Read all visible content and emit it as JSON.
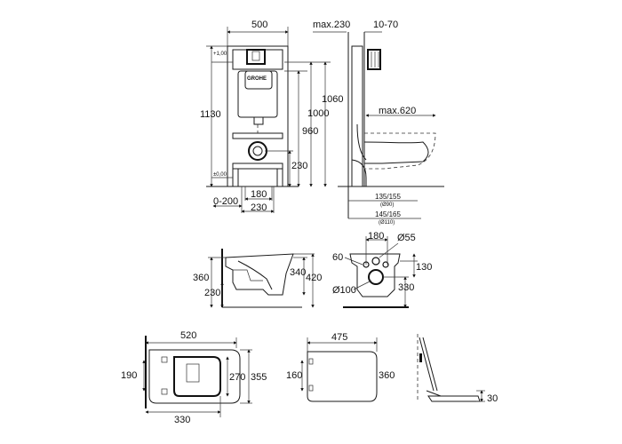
{
  "brand_logo": "GROHE",
  "views": {
    "frame_front": {
      "width_top": "500",
      "height_total": "1130",
      "mark_top": "+1,00",
      "mark_floor": "±0,00",
      "height_1060": "1060",
      "height_1000": "1000",
      "height_960": "960",
      "height_230": "230",
      "width_180": "180",
      "width_0_200": "0-200",
      "width_230": "230"
    },
    "frame_side": {
      "max_230": "max.230",
      "range_10_70": "10-70",
      "max_620": "max.620",
      "d_135_155": "135/155",
      "d_90": "(Ø90)",
      "d_145_165": "145/165",
      "d_110": "(Ø110)"
    },
    "bowl_side": {
      "h_360": "360",
      "h_230": "230",
      "h_340": "340",
      "h_420": "420"
    },
    "bowl_rear": {
      "w_180": "180",
      "d_55": "Ø55",
      "v_60": "60",
      "v_130": "130",
      "d_100": "Ø100",
      "v_330": "330"
    },
    "bowl_top": {
      "w_520": "520",
      "w_190": "190",
      "w_270": "270",
      "w_355": "355",
      "w_330": "330"
    },
    "seat_top": {
      "w_475": "475",
      "w_160": "160",
      "w_360": "360"
    },
    "seat_side": {
      "h_30": "30"
    }
  }
}
